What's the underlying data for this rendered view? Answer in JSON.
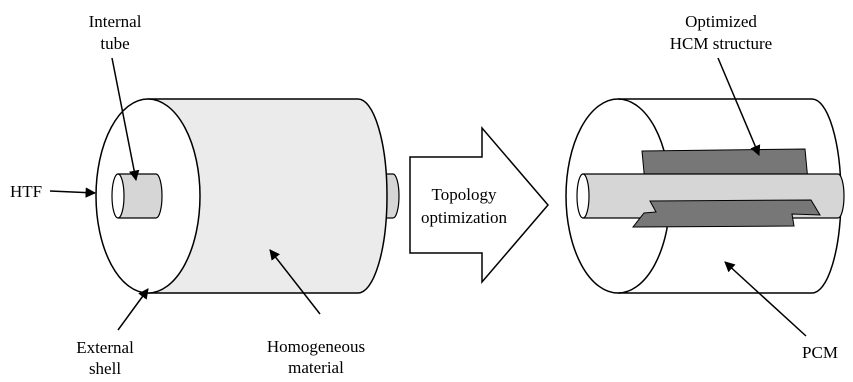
{
  "left_diagram": {
    "label_internal_tube_line1": "Internal",
    "label_internal_tube_line2": "tube",
    "label_htf": "HTF",
    "label_external_shell_line1": "External",
    "label_external_shell_line2": "shell",
    "label_homogeneous_line1": "Homogeneous",
    "label_homogeneous_line2": "material"
  },
  "process_arrow": {
    "label_line1": "Topology",
    "label_line2": "optimization"
  },
  "right_diagram": {
    "label_optimized_line1": "Optimized",
    "label_optimized_line2": "HCM structure",
    "label_pcm": "PCM"
  },
  "colors": {
    "cylinder_fill": "#ebebeb",
    "tube_fill": "#d6d6d6",
    "hcm_fill": "#777777",
    "stroke": "#000000"
  }
}
